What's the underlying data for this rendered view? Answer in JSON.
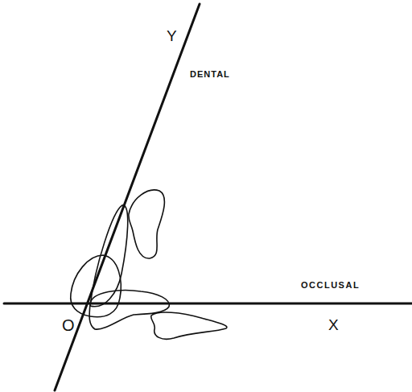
{
  "diagram": {
    "labels": [
      "Y",
      "DENTAL",
      "OCCLUSAL",
      "O",
      "X"
    ]
  }
}
